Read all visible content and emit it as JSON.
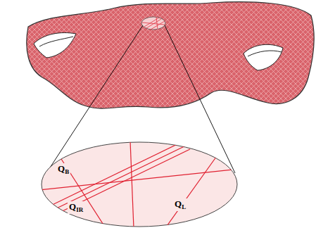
{
  "diagram": {
    "labels": [
      "QB",
      "QIR",
      "QL"
    ]
  }
}
